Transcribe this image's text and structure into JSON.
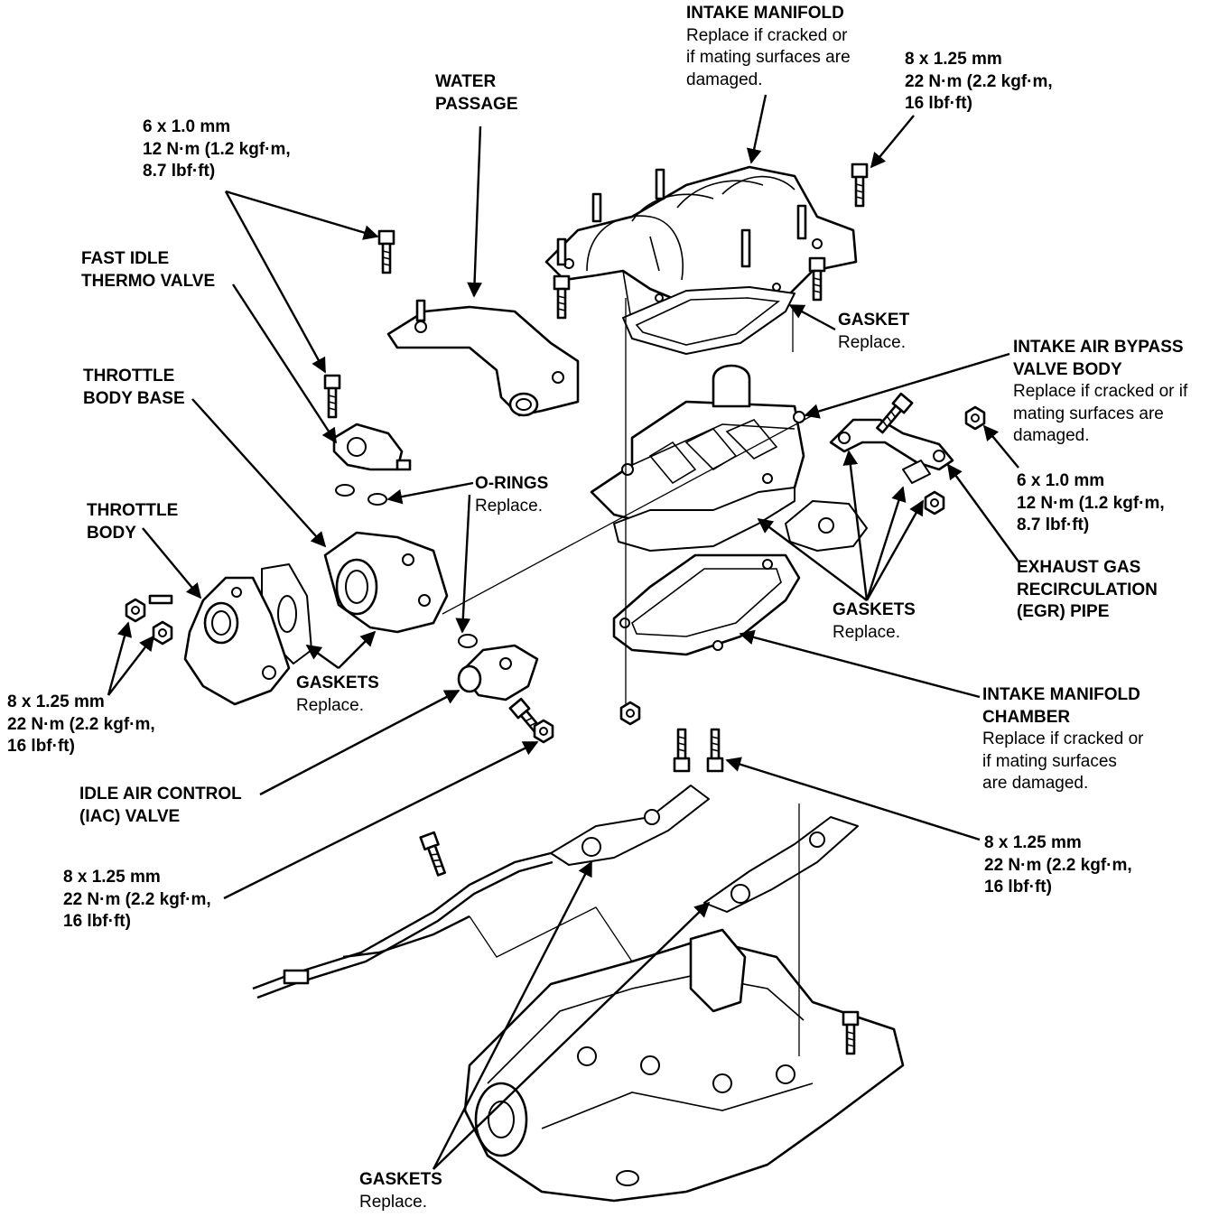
{
  "diagram": {
    "labels": {
      "intake_manifold": {
        "title": [
          "INTAKE MANIFOLD"
        ],
        "note": [
          "Replace if cracked or",
          "if mating surfaces are",
          "damaged."
        ]
      },
      "bolt_top_right": {
        "title": [
          "8 x 1.25 mm",
          "22 N·m (2.2 kgf·m,",
          "16 lbf·ft)"
        ],
        "note": []
      },
      "water_passage": {
        "title": [
          "WATER",
          "PASSAGE"
        ],
        "note": []
      },
      "bolt_6mm_left": {
        "title": [
          "6 x 1.0 mm",
          "12 N·m (1.2 kgf·m,",
          "8.7 lbf·ft)"
        ],
        "note": []
      },
      "fast_idle": {
        "title": [
          "FAST IDLE",
          "THERMO VALVE"
        ],
        "note": []
      },
      "gasket_top": {
        "title": [
          "GASKET"
        ],
        "note": [
          "Replace."
        ]
      },
      "bypass_valve": {
        "title": [
          "INTAKE AIR BYPASS",
          "VALVE BODY"
        ],
        "note": [
          "Replace if cracked or if",
          "mating surfaces are",
          "damaged."
        ]
      },
      "throttle_body_base": {
        "title": [
          "THROTTLE",
          "BODY BASE"
        ],
        "note": []
      },
      "o_rings": {
        "title": [
          "O-RINGS"
        ],
        "note": [
          "Replace."
        ]
      },
      "bolt_6mm_right": {
        "title": [
          "6 x 1.0 mm",
          "12 N·m (1.2 kgf·m,",
          "8.7 lbf·ft)"
        ],
        "note": []
      },
      "throttle_body": {
        "title": [
          "THROTTLE",
          "BODY"
        ],
        "note": []
      },
      "egr_pipe": {
        "title": [
          "EXHAUST GAS",
          "RECIRCULATION",
          "(EGR) PIPE"
        ],
        "note": []
      },
      "gaskets_mid": {
        "title": [
          "GASKETS"
        ],
        "note": [
          "Replace."
        ]
      },
      "gaskets_tb": {
        "title": [
          "GASKETS"
        ],
        "note": [
          "Replace."
        ]
      },
      "bolt_left": {
        "title": [
          "8 x 1.25 mm",
          "22 N·m (2.2 kgf·m,",
          "16 lbf·ft)"
        ],
        "note": []
      },
      "chamber": {
        "title": [
          "INTAKE MANIFOLD",
          "CHAMBER"
        ],
        "note": [
          "Replace if cracked or",
          "if mating surfaces",
          "are damaged."
        ]
      },
      "iac_valve": {
        "title": [
          "IDLE AIR CONTROL",
          "(IAC) VALVE"
        ],
        "note": []
      },
      "bolt_lower_right": {
        "title": [
          "8 x 1.25 mm",
          "22 N·m (2.2 kgf·m,",
          "16 lbf·ft)"
        ],
        "note": []
      },
      "bolt_lower_left": {
        "title": [
          "8 x 1.25 mm",
          "22 N·m (2.2 kgf·m,",
          "16 lbf·ft)"
        ],
        "note": []
      },
      "gaskets_bottom": {
        "title": [
          "GASKETS"
        ],
        "note": [
          "Replace."
        ]
      }
    }
  }
}
